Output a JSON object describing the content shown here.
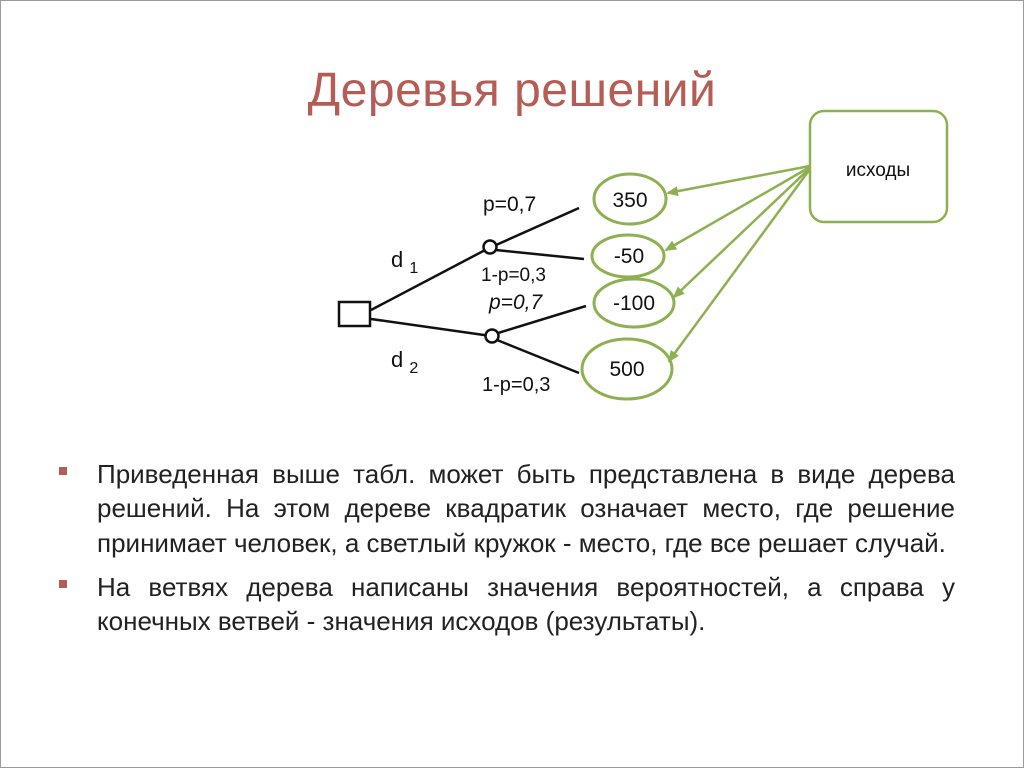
{
  "slide": {
    "title": "Деревья решений"
  },
  "diagram": {
    "decision_labels": [
      "d1",
      "d2"
    ],
    "probability_labels": [
      "p=0,7",
      "1-p=0,3",
      "p=0,7",
      "1-p=0,3"
    ],
    "outcomes": [
      "350",
      "-50",
      "-100",
      "500"
    ],
    "callout_label": "исходы",
    "colors": {
      "tree": "#111111",
      "highlight": "#8db050"
    }
  },
  "bullets": [
    "Приведенная выше табл. может быть представлена в виде дерева решений. На этом дереве квадратик означает место, где решение принимает человек, а светлый кружок - место, где все решает случай.",
    "На ветвях дерева написаны значения вероятностей, а справа у конечных ветвей - значения исходов (результаты)."
  ],
  "theme": {
    "title_color": "#b55c55",
    "bullet_color": "#b55c55"
  }
}
